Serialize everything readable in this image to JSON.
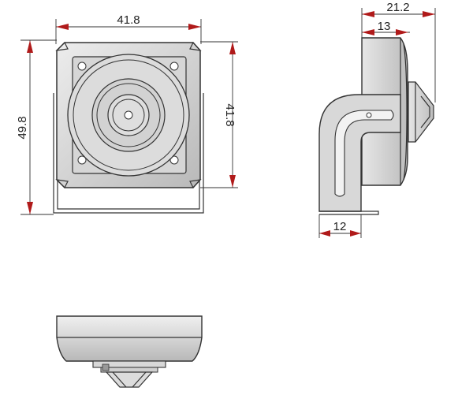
{
  "dimensions": {
    "front_width": "41.8",
    "front_total_height": "49.8",
    "front_body_height": "41.8",
    "side_total_depth": "21.2",
    "side_body_depth": "13",
    "bracket_width": "12"
  },
  "colors": {
    "arrow": "#b01a1a",
    "body_fill": "#cfcfcf",
    "outline": "#333333"
  }
}
